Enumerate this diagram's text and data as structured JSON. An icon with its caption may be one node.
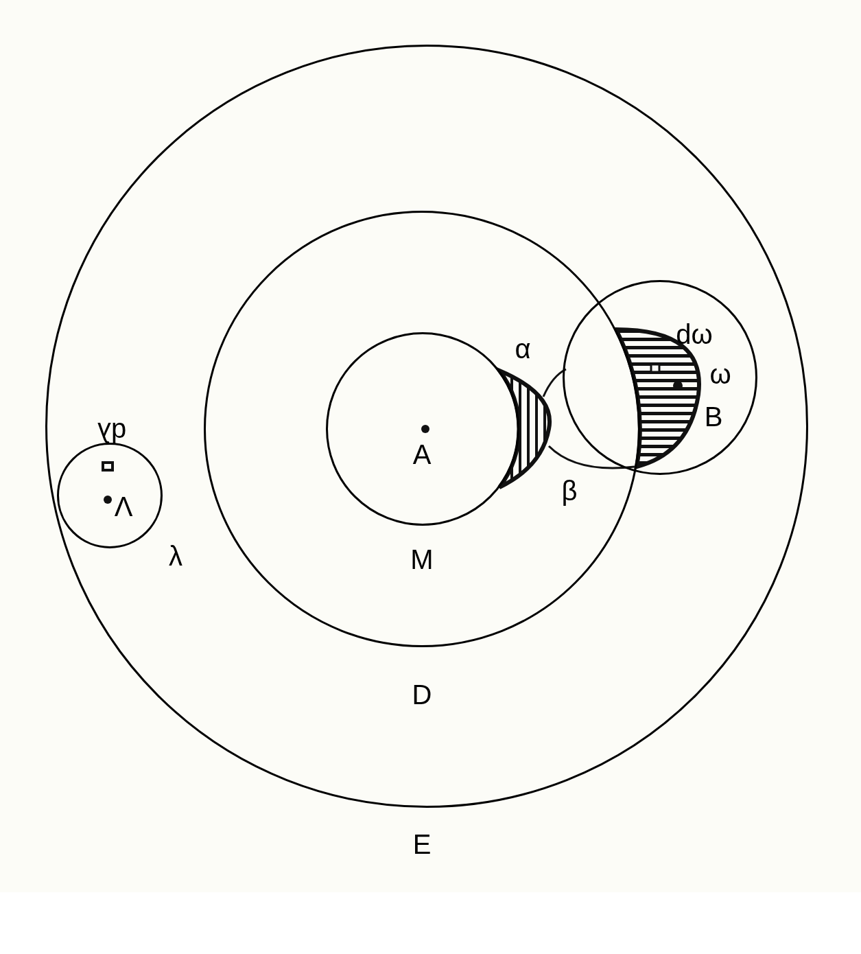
{
  "diagram": {
    "nodes": [
      {
        "text": [],
        "shape": "circle",
        "beside": [
          "E"
        ]
      },
      {
        "text": [],
        "shape": "circle",
        "in": 0,
        "beside": [
          "D"
        ]
      },
      {
        "text": [],
        "shape": "circle",
        "in": 1,
        "beside": [
          "M"
        ]
      },
      {
        "text": [],
        "shape": "circle",
        "in": 0
      },
      {
        "text": [],
        "shape": "circle",
        "in": 0,
        "beside": [
          "λ"
        ]
      }
    ],
    "labels": [
      "α",
      "dω",
      "ω",
      "B",
      "dλ",
      "A",
      "β",
      "Λ"
    ]
  }
}
